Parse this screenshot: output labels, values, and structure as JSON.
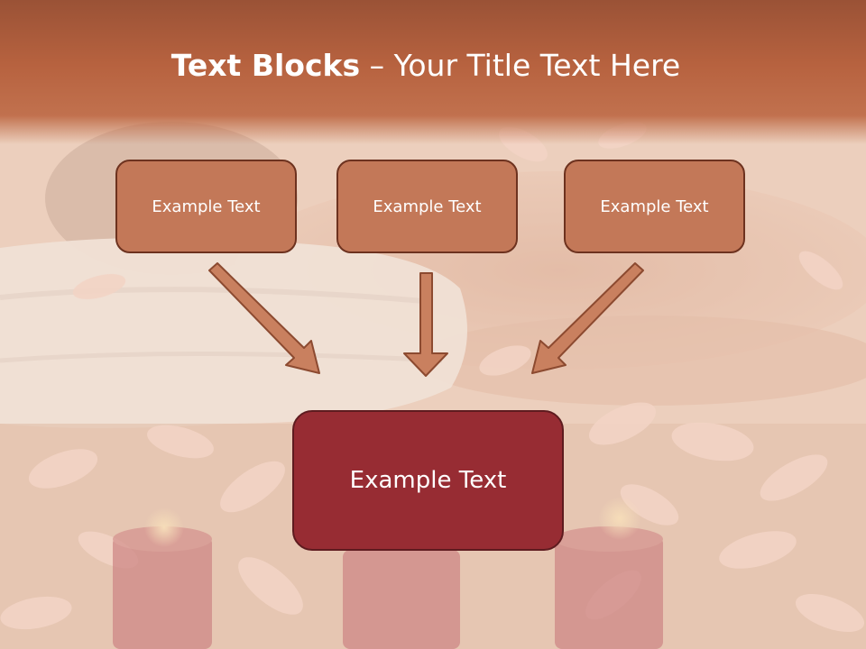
{
  "slide": {
    "title_bold": "Text Blocks",
    "title_rest": " – Your Title Text Here",
    "top_boxes": [
      "Example Text",
      "Example Text",
      "Example Text"
    ],
    "bottom_box": "Example Text"
  },
  "colors": {
    "header": "#b7623f",
    "top_box_fill": "#c37858",
    "top_box_border": "#6d321f",
    "bottom_box_fill": "#972c33",
    "arrow_fill": "#c9805f",
    "arrow_stroke": "#8c4a30"
  }
}
